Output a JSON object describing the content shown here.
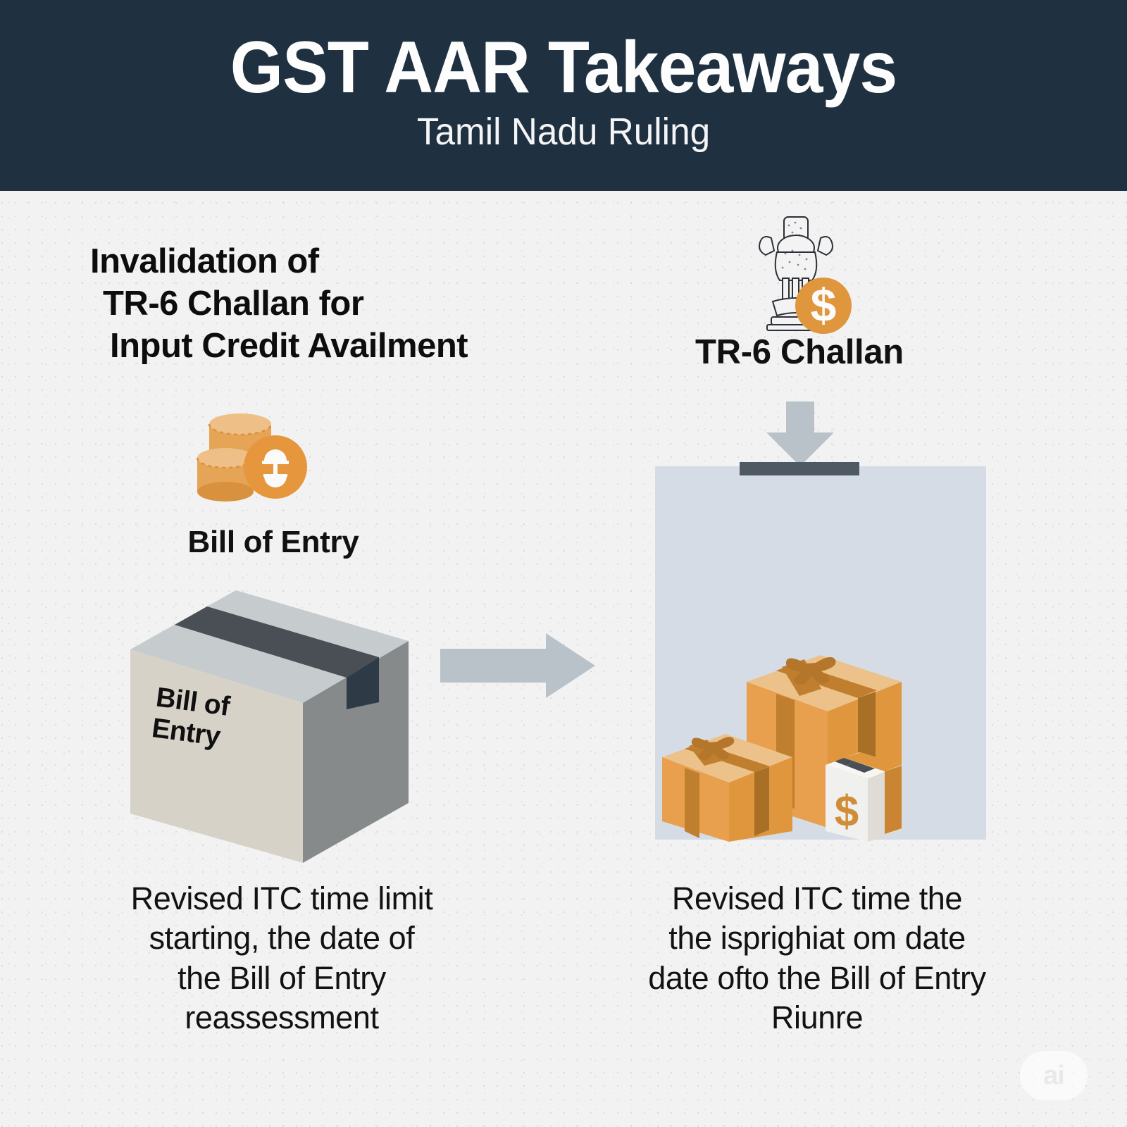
{
  "header": {
    "title": "GST AAR Takeaways",
    "subtitle": "Tamil Nadu Ruling",
    "background_color": "#1f3040",
    "text_color": "#fdfdfd"
  },
  "canvas": {
    "background_color": "#f2f2f2",
    "accent_orange": "#e0963c",
    "panel_color": "#d5dce6",
    "arrow_color": "#b9c2c9",
    "slot_color": "#4f5963"
  },
  "left_column": {
    "heading_lines": [
      "Invalidation of",
      "TR-6 Challan for",
      "Input Credit Availment"
    ],
    "icon_name": "coin-stack-icon",
    "icon_label": "Bill of Entry",
    "box_face_lines": [
      "Bill of",
      "Entry"
    ],
    "box_icon_name": "cardboard-box-3d",
    "caption_lines": [
      "Revised ITC time limit",
      "starting, the date of",
      "the Bill of Entry",
      "reassessment"
    ]
  },
  "right_column": {
    "icon_name": "indian-emblem-with-dollar-coin",
    "icon_label": "TR-6 Challan",
    "down_arrow_name": "arrow-down-icon",
    "panel_name": "delivery-panel",
    "packages_name": "parcel-boxes-with-dollar",
    "package_currency_symbol": "$",
    "caption_lines": [
      "Revised ITC time the",
      "the isprighiat om date",
      "date ofto the Bill of Entry",
      "Riunre"
    ]
  },
  "flow": {
    "arrow_name": "arrow-right-icon",
    "direction": "left-to-right"
  },
  "watermark": {
    "label": "ai"
  }
}
